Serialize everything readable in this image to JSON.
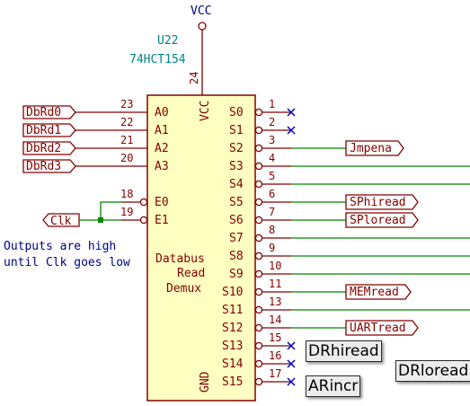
{
  "power": {
    "label": "VCC"
  },
  "component": {
    "reference": "U22",
    "value": "74HCT154",
    "title_lines": [
      "Databus",
      "Read",
      "Demux"
    ],
    "vcc_pin_name": "VCC",
    "vcc_pin_number": "24",
    "gnd_pin_name": "GND"
  },
  "input_pins": [
    {
      "name": "A0",
      "number": "23",
      "net": "DbRd0"
    },
    {
      "name": "A1",
      "number": "22",
      "net": "DbRd1"
    },
    {
      "name": "A2",
      "number": "21",
      "net": "DbRd2"
    },
    {
      "name": "A3",
      "number": "20",
      "net": "DbRd3"
    }
  ],
  "enable_pins": [
    {
      "name": "E0",
      "number": "18"
    },
    {
      "name": "E1",
      "number": "19"
    }
  ],
  "clock_label": "Clk",
  "output_pins": [
    {
      "name": "S0",
      "number": "1",
      "net": "",
      "state": "nc"
    },
    {
      "name": "S1",
      "number": "2",
      "net": "",
      "state": "nc"
    },
    {
      "name": "S2",
      "number": "3",
      "net": "Jmpena",
      "state": "label"
    },
    {
      "name": "S3",
      "number": "4",
      "net": "",
      "state": "wire"
    },
    {
      "name": "S4",
      "number": "5",
      "net": "",
      "state": "wire"
    },
    {
      "name": "S5",
      "number": "6",
      "net": "SPhiread",
      "state": "label"
    },
    {
      "name": "S6",
      "number": "7",
      "net": "SPloread",
      "state": "label"
    },
    {
      "name": "S7",
      "number": "8",
      "net": "",
      "state": "wire"
    },
    {
      "name": "S8",
      "number": "9",
      "net": "",
      "state": "wire"
    },
    {
      "name": "S9",
      "number": "10",
      "net": "",
      "state": "wire"
    },
    {
      "name": "S10",
      "number": "11",
      "net": "MEMread",
      "state": "label"
    },
    {
      "name": "S11",
      "number": "13",
      "net": "",
      "state": "wire"
    },
    {
      "name": "S12",
      "number": "14",
      "net": "UARTread",
      "state": "label"
    },
    {
      "name": "S13",
      "number": "15",
      "net": "",
      "state": "nc"
    },
    {
      "name": "S14",
      "number": "16",
      "net": "",
      "state": "nc"
    },
    {
      "name": "S15",
      "number": "17",
      "net": "",
      "state": "nc"
    }
  ],
  "note_lines": [
    "Outputs are high",
    "until Clk goes low"
  ],
  "tooltips": {
    "drhiread": "DRhiread",
    "drloread": "DRloread",
    "arincr": "ARincr"
  },
  "colors": {
    "wire": "#008400",
    "body_fill": "#ffffc2",
    "outline": "#840000",
    "nc": "#0000c8"
  }
}
